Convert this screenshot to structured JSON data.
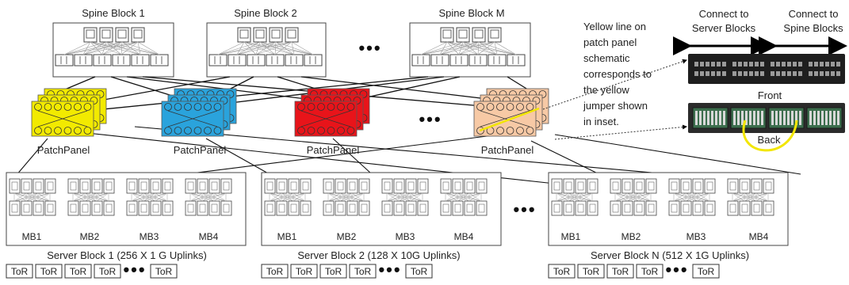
{
  "spine_blocks": [
    {
      "label": "Spine Block 1"
    },
    {
      "label": "Spine Block 2"
    },
    {
      "label": "Spine Block M"
    }
  ],
  "patch_panels": [
    {
      "label": "PatchPanel",
      "color": "#f2ea00"
    },
    {
      "label": "PatchPanel",
      "color": "#2aa3dc"
    },
    {
      "label": "PatchPanel",
      "color": "#e8141a"
    },
    {
      "label": "PatchPanel",
      "color": "#f7c9a5"
    }
  ],
  "server_blocks": [
    {
      "label": "Server Block 1 (256 X 1 G Uplinks)",
      "mb_labels": [
        "MB1",
        "MB2",
        "MB3",
        "MB4"
      ],
      "tor_labels": [
        "ToR",
        "ToR",
        "ToR",
        "ToR",
        "ToR"
      ]
    },
    {
      "label": "Server Block 2 (128 X 10G Uplinks)",
      "mb_labels": [
        "MB1",
        "MB2",
        "MB3",
        "MB4"
      ],
      "tor_labels": [
        "ToR",
        "ToR",
        "ToR",
        "ToR",
        "ToR"
      ]
    },
    {
      "label": "Server Block N (512 X 1G Uplinks)",
      "mb_labels": [
        "MB1",
        "MB2",
        "MB3",
        "MB4"
      ],
      "tor_labels": [
        "ToR",
        "ToR",
        "ToR",
        "ToR",
        "ToR"
      ]
    }
  ],
  "ellipsis": "•••",
  "inset": {
    "note_lines": [
      "Yellow line on",
      "patch panel",
      "schematic",
      "corresponds to",
      "the yellow",
      "jumper shown",
      "in inset."
    ],
    "connect_server": [
      "Connect to",
      "Server Blocks"
    ],
    "connect_spine": [
      "Connect to",
      "Spine Blocks"
    ],
    "front_label": "Front",
    "back_label": "Back",
    "jumper_color": "#f2e600"
  }
}
